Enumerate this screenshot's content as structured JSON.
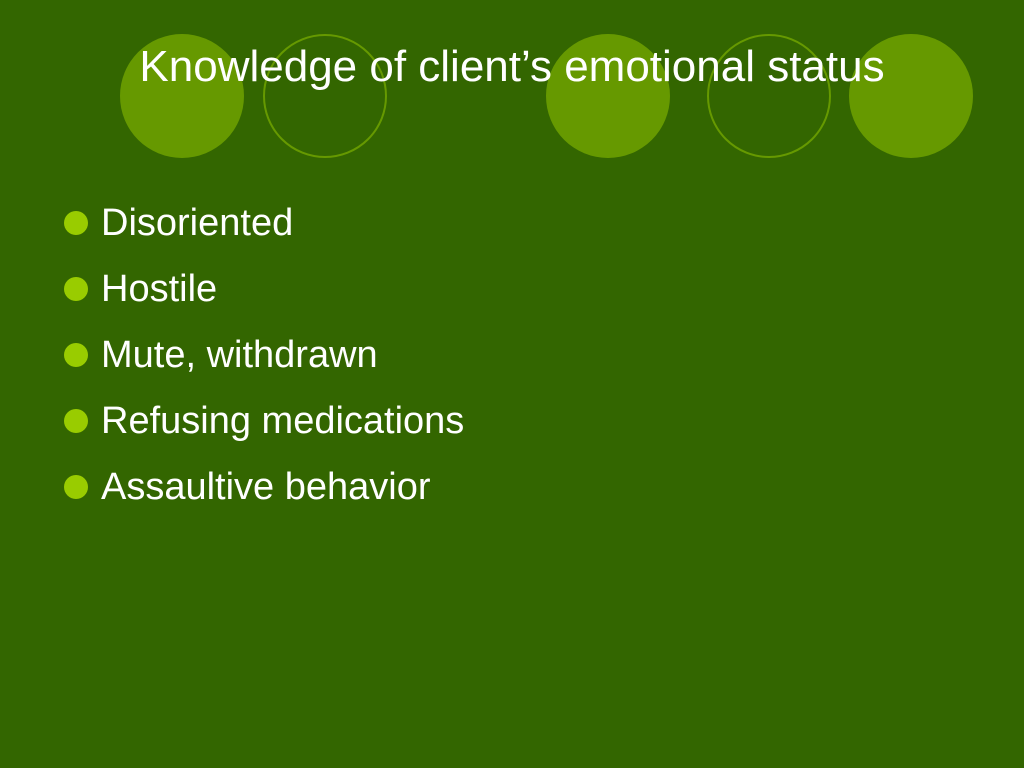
{
  "slide": {
    "title": "Knowledge of client’s emotional status",
    "bullets": [
      "Disoriented",
      "Hostile",
      "Mute, withdrawn",
      "Refusing medications",
      "Assaultive behavior"
    ]
  },
  "colors": {
    "background": "#336600",
    "circle": "#669900",
    "bullet": "#99cc00",
    "text": "#ffffff"
  },
  "decorations": {
    "circles": [
      "filled",
      "outlined",
      "filled",
      "outlined",
      "filled"
    ]
  }
}
